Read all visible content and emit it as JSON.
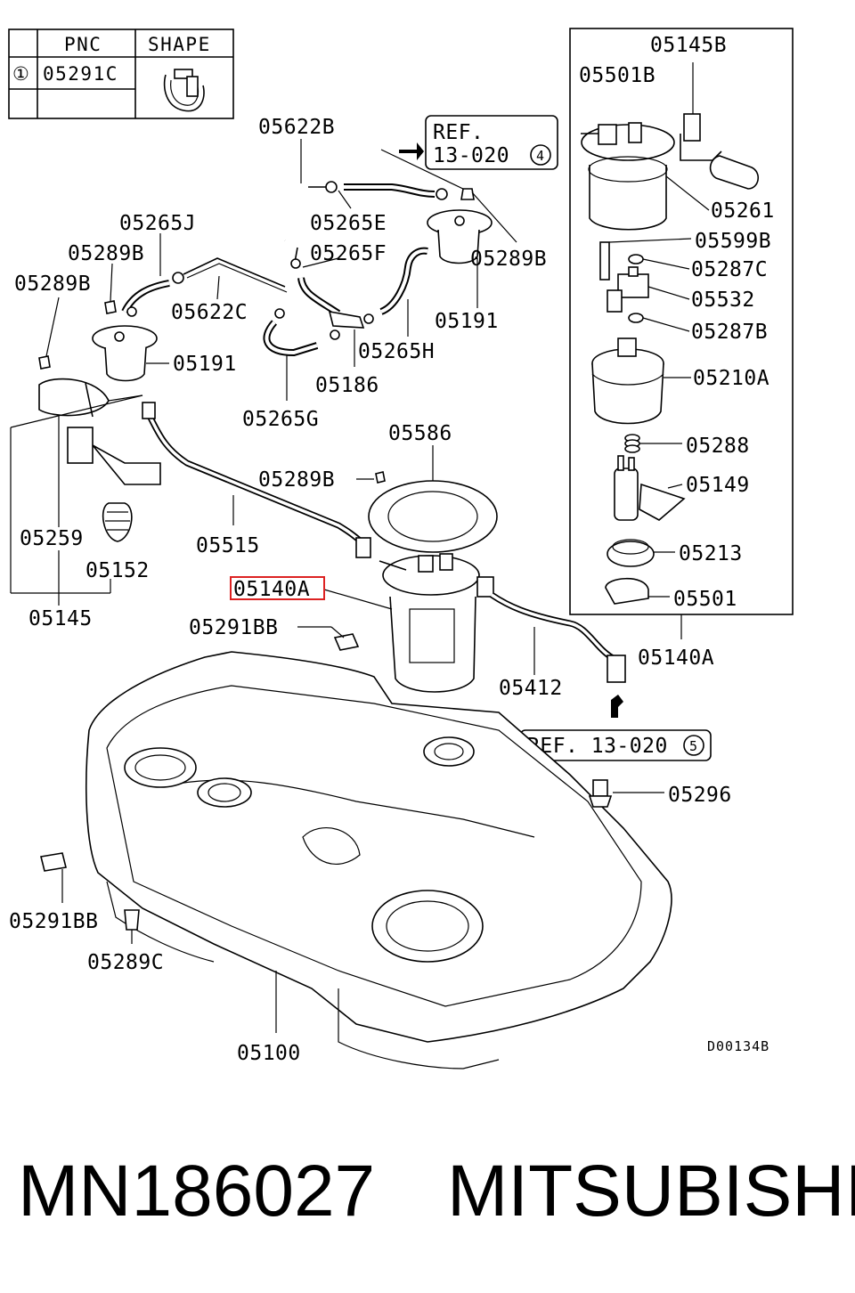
{
  "legend_table": {
    "headers": [
      "PNC",
      "SHAPE"
    ],
    "row_symbol": "①",
    "row_pnc": "05291C"
  },
  "references": {
    "ref_top_line1": "REF.",
    "ref_top_line2": "13-020",
    "ref_top_num": "4",
    "ref_bottom": "REF. 13-020",
    "ref_bottom_num": "5"
  },
  "labels": {
    "l05622B": "05622B",
    "l05265J": "05265J",
    "l05265E": "05265E",
    "l05289B_a": "05289B",
    "l05265F": "05265F",
    "l05289B_b": "05289B",
    "l05289B_c": "05289B",
    "l05622C": "05622C",
    "l05191_a": "05191",
    "l05191_b": "05191",
    "l05265H": "05265H",
    "l05186": "05186",
    "l05265G": "05265G",
    "l05586": "05586",
    "l05289B_d": "05289B",
    "l05515": "05515",
    "l05259": "05259",
    "l05152": "05152",
    "l05145": "05145",
    "l05140A_a": "05140A",
    "l05291BB_a": "05291BB",
    "l05412": "05412",
    "l05296": "05296",
    "l05291BB_b": "05291BB",
    "l05289C": "05289C",
    "l05100": "05100",
    "l05145B": "05145B",
    "l05501B": "05501B",
    "l05261": "05261",
    "l05599B": "05599B",
    "l05287C": "05287C",
    "l05532": "05532",
    "l05287B": "05287B",
    "l05210A": "05210A",
    "l05288": "05288",
    "l05149": "05149",
    "l05213": "05213",
    "l05501": "05501",
    "l05140A_b": "05140A",
    "drawing_code": "D00134B"
  },
  "highlight_color": "#d22222",
  "caption": {
    "part_number": "MN186027",
    "brand": "MITSUBISHI"
  }
}
